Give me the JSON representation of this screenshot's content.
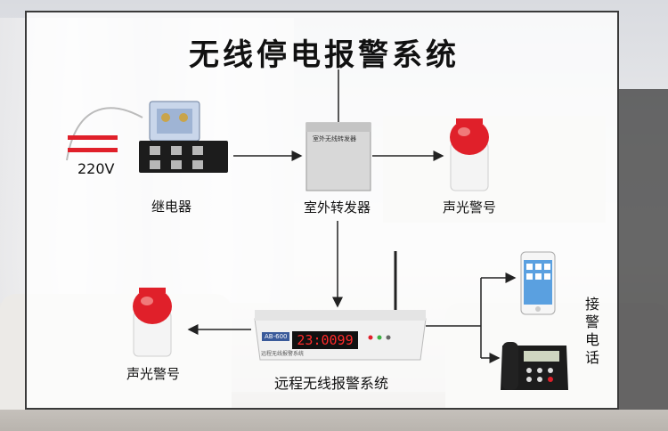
{
  "title": "无线停电报警系统",
  "voltage": "220V",
  "devices": {
    "relay": "继电器",
    "forwarder": "室外转发器",
    "forwarder_plate": "室外无线转发器",
    "siren_right": "声光警号",
    "siren_left": "声光警号",
    "alarm_system": "远程无线报警系统",
    "alarm_model": "AB-600",
    "alarm_display": "23:0099",
    "alarm_plate": "远程无线报警系统",
    "phone_label": "接警电话"
  },
  "colors": {
    "accent_red": "#e0202a",
    "display_bg": "#111111",
    "display_digits": "#ff2a2a",
    "border": "#3a3a3a"
  }
}
